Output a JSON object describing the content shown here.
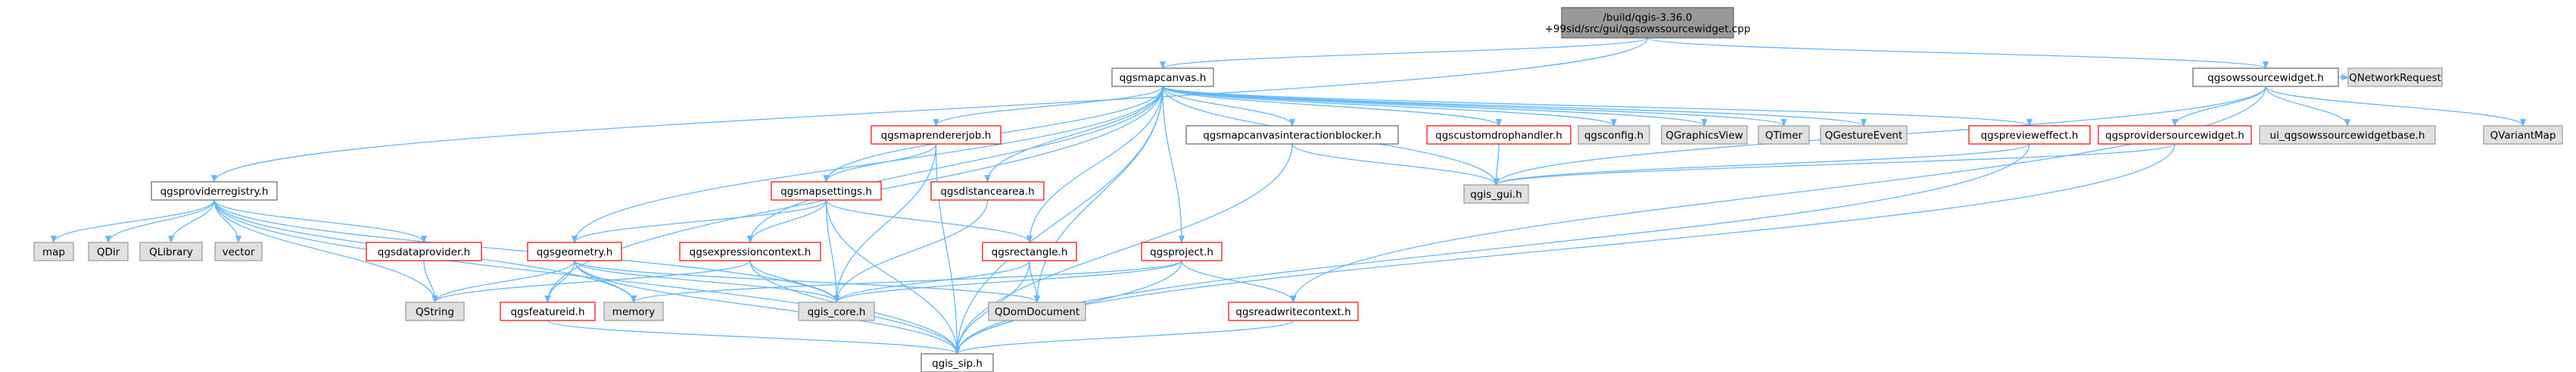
{
  "colors": {
    "root_fill": "#999999",
    "root_border": "#666666",
    "white_border": "#666666",
    "red_border": "#ff0000",
    "grey_fill": "#e0e0e0",
    "grey_border": "#999999",
    "edge": "#63b8ff"
  },
  "nodes": [
    {
      "id": "root",
      "label": "/build/qgis-3.36.0\n+99sid/src/gui/qgsowssourcewidget.cpp",
      "style": "root",
      "interactable": true
    },
    {
      "id": "mapcanvas",
      "label": "qgsmapcanvas.h",
      "style": "white",
      "interactable": true
    },
    {
      "id": "owssourcewidget",
      "label": "qgsowssourcewidget.h",
      "style": "white",
      "interactable": true
    },
    {
      "id": "qnetworkrequest",
      "label": "QNetworkRequest",
      "style": "grey",
      "interactable": false
    },
    {
      "id": "providerregistry",
      "label": "qgsproviderregistry.h",
      "style": "white",
      "interactable": true
    },
    {
      "id": "maprendererjob",
      "label": "qgsmaprendererjob.h",
      "style": "red",
      "interactable": true
    },
    {
      "id": "interactionblocker",
      "label": "qgsmapcanvasinteractionblocker.h",
      "style": "white",
      "interactable": true
    },
    {
      "id": "customdrophandler",
      "label": "qgscustomdrophandler.h",
      "style": "red",
      "interactable": true
    },
    {
      "id": "qgsconfig",
      "label": "qgsconfig.h",
      "style": "grey",
      "interactable": false
    },
    {
      "id": "qgraphicsview",
      "label": "QGraphicsView",
      "style": "grey",
      "interactable": false
    },
    {
      "id": "qtimer",
      "label": "QTimer",
      "style": "grey",
      "interactable": false
    },
    {
      "id": "qgestureevent",
      "label": "QGestureEvent",
      "style": "grey",
      "interactable": false
    },
    {
      "id": "previeweffect",
      "label": "qgspreviewеffect.h",
      "style": "red",
      "interactable": true
    },
    {
      "id": "providersourcewidget",
      "label": "qgsprovidersourcewidget.h",
      "style": "red",
      "interactable": true
    },
    {
      "id": "ui_owssource",
      "label": "ui_qgsowssourcewidgetbase.h",
      "style": "grey",
      "interactable": false
    },
    {
      "id": "qvariantmap",
      "label": "QVariantMap",
      "style": "grey",
      "interactable": false
    },
    {
      "id": "mapsettings",
      "label": "qgsmapsettings.h",
      "style": "red",
      "interactable": true
    },
    {
      "id": "distancearea",
      "label": "qgsdistancearea.h",
      "style": "red",
      "interactable": true
    },
    {
      "id": "qgis_gui",
      "label": "qgis_gui.h",
      "style": "grey",
      "interactable": false
    },
    {
      "id": "map",
      "label": "map",
      "style": "grey",
      "interactable": false
    },
    {
      "id": "qdir",
      "label": "QDir",
      "style": "grey",
      "interactable": false
    },
    {
      "id": "qlibrary",
      "label": "QLibrary",
      "style": "grey",
      "interactable": false
    },
    {
      "id": "vector",
      "label": "vector",
      "style": "grey",
      "interactable": false
    },
    {
      "id": "dataprovider",
      "label": "qgsdataprovider.h",
      "style": "red",
      "interactable": true
    },
    {
      "id": "geometry",
      "label": "qgsgeometry.h",
      "style": "red",
      "interactable": true
    },
    {
      "id": "expressioncontext",
      "label": "qgsexpressioncontext.h",
      "style": "red",
      "interactable": true
    },
    {
      "id": "rectangle",
      "label": "qgsrectangle.h",
      "style": "red",
      "interactable": true
    },
    {
      "id": "project",
      "label": "qgsproject.h",
      "style": "red",
      "interactable": true
    },
    {
      "id": "qstring",
      "label": "QString",
      "style": "grey",
      "interactable": false
    },
    {
      "id": "featureid",
      "label": "qgsfeatureid.h",
      "style": "red",
      "interactable": true
    },
    {
      "id": "memory",
      "label": "memory",
      "style": "grey",
      "interactable": false
    },
    {
      "id": "qgis_core",
      "label": "qgis_core.h",
      "style": "grey",
      "interactable": false
    },
    {
      "id": "qdomdocument",
      "label": "QDomDocument",
      "style": "grey",
      "interactable": false
    },
    {
      "id": "readwritecontext",
      "label": "qgsreadwritecontext.h",
      "style": "red",
      "interactable": true
    },
    {
      "id": "qgis_sip",
      "label": "qgis_sip.h",
      "style": "white",
      "interactable": true
    }
  ],
  "edges": [
    [
      "root",
      "mapcanvas"
    ],
    [
      "root",
      "owssourcewidget"
    ],
    [
      "root",
      "providerregistry"
    ],
    [
      "owssourcewidget",
      "qnetworkrequest"
    ],
    [
      "owssourcewidget",
      "providersourcewidget"
    ],
    [
      "owssourcewidget",
      "ui_owssource"
    ],
    [
      "owssourcewidget",
      "qvariantmap"
    ],
    [
      "owssourcewidget",
      "readwritecontext"
    ],
    [
      "owssourcewidget",
      "qgis_gui"
    ],
    [
      "mapcanvas",
      "maprendererjob"
    ],
    [
      "mapcanvas",
      "interactionblocker"
    ],
    [
      "mapcanvas",
      "customdrophandler"
    ],
    [
      "mapcanvas",
      "qgsconfig"
    ],
    [
      "mapcanvas",
      "qgraphicsview"
    ],
    [
      "mapcanvas",
      "qtimer"
    ],
    [
      "mapcanvas",
      "qgestureevent"
    ],
    [
      "mapcanvas",
      "previeweffect"
    ],
    [
      "mapcanvas",
      "mapsettings"
    ],
    [
      "mapcanvas",
      "distancearea"
    ],
    [
      "mapcanvas",
      "qgis_gui"
    ],
    [
      "mapcanvas",
      "geometry"
    ],
    [
      "mapcanvas",
      "expressioncontext"
    ],
    [
      "mapcanvas",
      "rectangle"
    ],
    [
      "mapcanvas",
      "project"
    ],
    [
      "mapcanvas",
      "featureid"
    ],
    [
      "mapcanvas",
      "qdomdocument"
    ],
    [
      "mapcanvas",
      "qgis_sip"
    ],
    [
      "maprendererjob",
      "mapsettings"
    ],
    [
      "maprendererjob",
      "qgis_core"
    ],
    [
      "maprendererjob",
      "qgis_sip"
    ],
    [
      "interactionblocker",
      "qgis_gui"
    ],
    [
      "interactionblocker",
      "qgis_sip"
    ],
    [
      "customdrophandler",
      "qgis_gui"
    ],
    [
      "previeweffect",
      "qgis_gui"
    ],
    [
      "previeweffect",
      "qgis_sip"
    ],
    [
      "providersourcewidget",
      "qgis_gui"
    ],
    [
      "providersourcewidget",
      "qgis_sip"
    ],
    [
      "mapsettings",
      "geometry"
    ],
    [
      "mapsettings",
      "expressioncontext"
    ],
    [
      "mapsettings",
      "rectangle"
    ],
    [
      "mapsettings",
      "qgis_core"
    ],
    [
      "mapsettings",
      "qgis_sip"
    ],
    [
      "distancearea",
      "qgis_core"
    ],
    [
      "providerregistry",
      "map"
    ],
    [
      "providerregistry",
      "qdir"
    ],
    [
      "providerregistry",
      "qlibrary"
    ],
    [
      "providerregistry",
      "vector"
    ],
    [
      "providerregistry",
      "dataprovider"
    ],
    [
      "providerregistry",
      "qstring"
    ],
    [
      "providerregistry",
      "memory"
    ],
    [
      "providerregistry",
      "qgis_core"
    ],
    [
      "providerregistry",
      "qgis_sip"
    ],
    [
      "dataprovider",
      "qstring"
    ],
    [
      "geometry",
      "qstring"
    ],
    [
      "geometry",
      "featureid"
    ],
    [
      "geometry",
      "memory"
    ],
    [
      "geometry",
      "qgis_core"
    ],
    [
      "geometry",
      "qdomdocument"
    ],
    [
      "geometry",
      "qgis_sip"
    ],
    [
      "expressioncontext",
      "qstring"
    ],
    [
      "expressioncontext",
      "qgis_core"
    ],
    [
      "expressioncontext",
      "qgis_sip"
    ],
    [
      "rectangle",
      "qdomdocument"
    ],
    [
      "rectangle",
      "qgis_core"
    ],
    [
      "rectangle",
      "qgis_sip"
    ],
    [
      "project",
      "memory"
    ],
    [
      "project",
      "qgis_core"
    ],
    [
      "project",
      "readwritecontext"
    ],
    [
      "project",
      "qgis_sip"
    ],
    [
      "featureid",
      "qgis_sip"
    ],
    [
      "readwritecontext",
      "qgis_sip"
    ]
  ]
}
